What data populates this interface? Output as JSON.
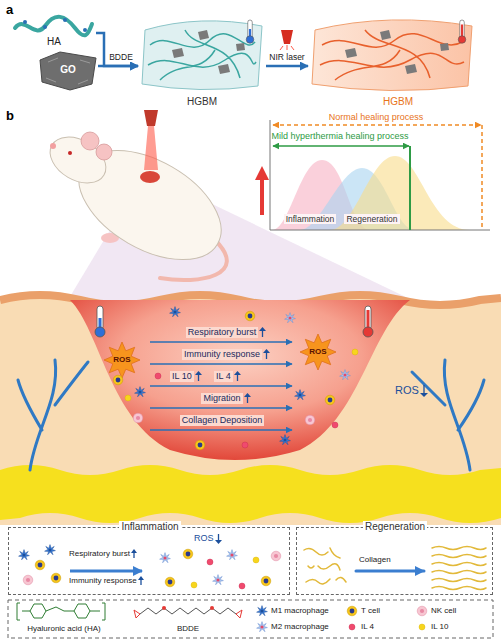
{
  "diagram": {
    "nodes": [
      {
        "text": [
          "HA"
        ]
      },
      {
        "text": [
          "GO"
        ]
      },
      {
        "text": [
          "HGBM"
        ]
      },
      {
        "text": [
          "HGBM"
        ]
      },
      {
        "text": [
          "Inflammation",
          "ROS",
          "Respiratory burst",
          "Immunity response"
        ]
      },
      {
        "text": [
          "Regeneration",
          "Collagen"
        ]
      }
    ],
    "edges": [
      {
        "from": 0,
        "to": 2,
        "label": "BDDE",
        "arrow": "to"
      },
      {
        "from": 1,
        "to": 2,
        "arrow": "to"
      },
      {
        "from": 2,
        "to": 3,
        "label": "NIR laser",
        "arrow": "to"
      }
    ],
    "labels": [
      "a",
      "b",
      "Normal healing process",
      "Mild hyperthermia healing process",
      "Inflammation",
      "Regeneration",
      "Respiratory burst",
      "ROS",
      "ROS",
      "Immunity response",
      "IL 10",
      "IL 4",
      "Migration",
      "Collagen Deposition",
      "ROS"
    ],
    "legend": [
      {
        "text": "Hyaluronic acid (HA)"
      },
      {
        "text": "BDDE"
      },
      {
        "text": "M1 macrophage"
      },
      {
        "text": "T cell"
      },
      {
        "text": "NK cell"
      },
      {
        "text": "M2 macrophage"
      },
      {
        "text": "IL 4"
      },
      {
        "text": "IL 10"
      }
    ]
  }
}
